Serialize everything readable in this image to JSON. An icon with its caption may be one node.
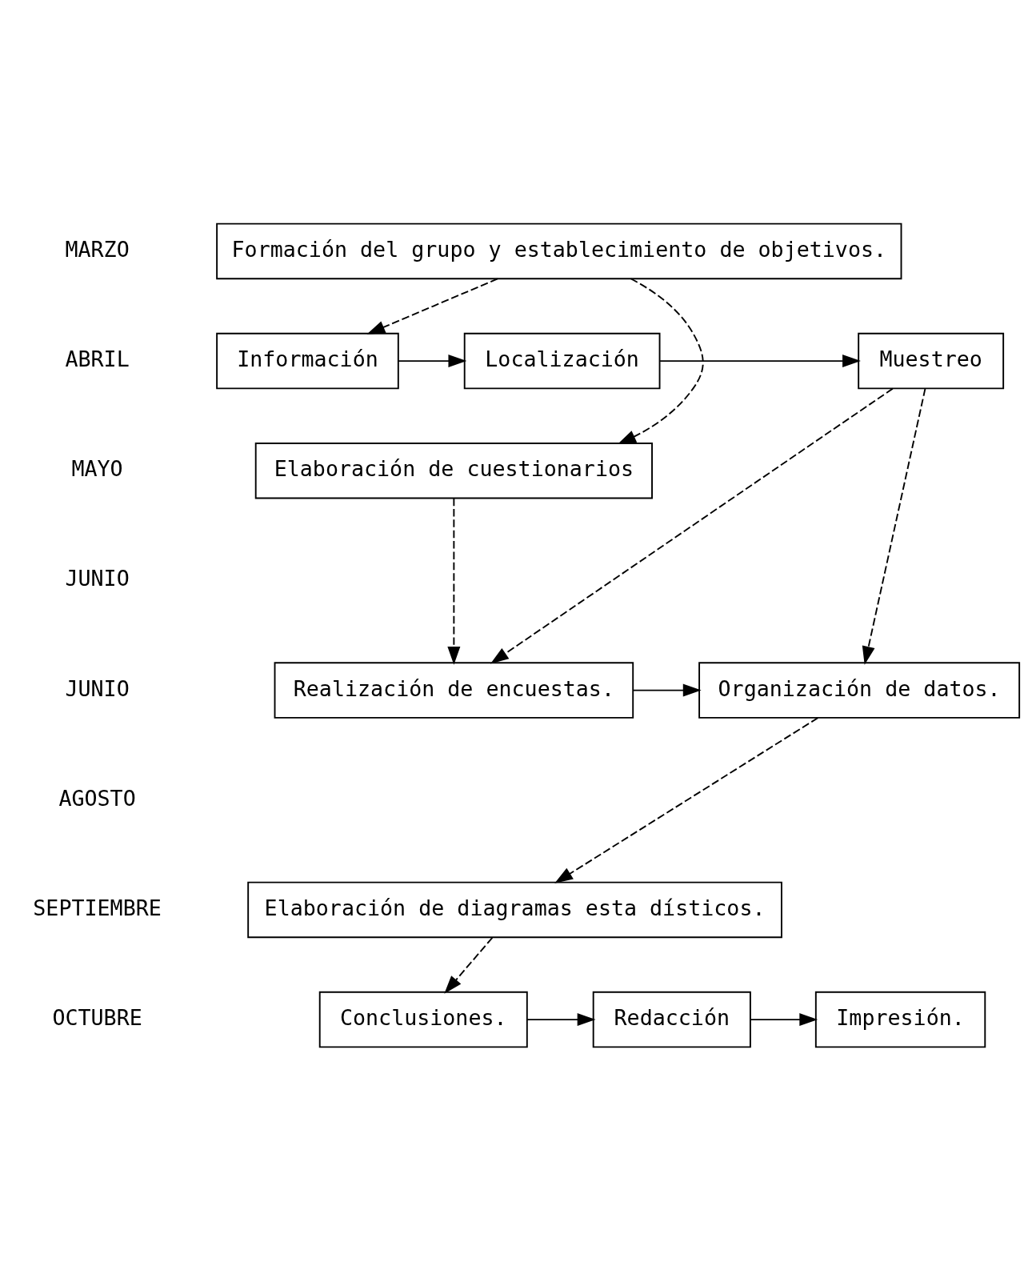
{
  "diagram": {
    "nodes": [
      {
        "text": [
          "Formación del grupo y establecimiento de objetivos."
        ]
      },
      {
        "text": [
          "Información"
        ]
      },
      {
        "text": [
          "Localización"
        ]
      },
      {
        "text": [
          "Muestreo"
        ]
      },
      {
        "text": [
          "Elaboración de cuestionarios"
        ]
      },
      {
        "text": [
          "Realización de encuestas."
        ]
      },
      {
        "text": [
          "Organización de datos."
        ]
      },
      {
        "text": [
          "Elaboración de diagramas esta dísticos."
        ]
      },
      {
        "text": [
          "Conclusiones."
        ]
      },
      {
        "text": [
          "Redacción"
        ]
      },
      {
        "text": [
          "Impresión."
        ]
      }
    ],
    "edges": [
      {
        "from": 0,
        "to": 1,
        "arrow": "to",
        "style": "dashed"
      },
      {
        "from": 0,
        "to": 4,
        "arrow": "to",
        "style": "dashed"
      },
      {
        "from": 1,
        "to": 2,
        "arrow": "to"
      },
      {
        "from": 2,
        "to": 3,
        "arrow": "to"
      },
      {
        "from": 3,
        "to": 5,
        "arrow": "to",
        "style": "dashed"
      },
      {
        "from": 4,
        "to": 5,
        "arrow": "to",
        "style": "dashed"
      },
      {
        "from": 3,
        "to": 6,
        "arrow": "to",
        "style": "dashed"
      },
      {
        "from": 5,
        "to": 6,
        "arrow": "to"
      },
      {
        "from": 6,
        "to": 7,
        "arrow": "to",
        "style": "dashed"
      },
      {
        "from": 7,
        "to": 8,
        "arrow": "to",
        "style": "dashed"
      },
      {
        "from": 8,
        "to": 9,
        "arrow": "to"
      },
      {
        "from": 9,
        "to": 10,
        "arrow": "to"
      }
    ],
    "labels": [
      "MARZO",
      "ABRIL",
      "MAYO",
      "JUNIO",
      "JUNIO",
      "AGOSTO",
      "SEPTIEMBRE",
      "OCTUBRE"
    ]
  }
}
